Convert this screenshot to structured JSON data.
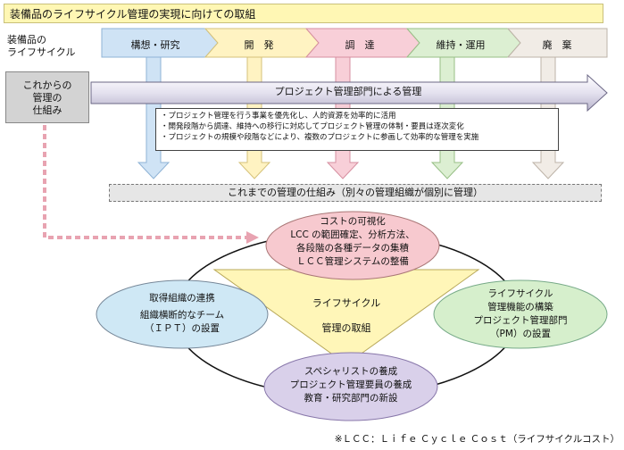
{
  "title": "装備品のライフサイクル管理の実現に向けての取組",
  "lifecycle_label": [
    "装備品の",
    "ライフサイクル"
  ],
  "phases": [
    {
      "label": "構想・研究",
      "color": "#cfe3f5",
      "border": "#8fb3d6"
    },
    {
      "label": "開　発",
      "color": "#fff3c2",
      "border": "#d6c27a"
    },
    {
      "label": "調　達",
      "color": "#f8cfd8",
      "border": "#d68fa0"
    },
    {
      "label": "維持・運用",
      "color": "#dcefd2",
      "border": "#97bf86"
    },
    {
      "label": "廃　棄",
      "color": "#f1ece6",
      "border": "#bdb3a8"
    }
  ],
  "new_system": [
    "これからの",
    "管理の",
    "仕組み"
  ],
  "pm_arrow_label": "プロジェクト管理部門による管理",
  "bullets": [
    "・プロジェクト管理を行う事業を優先化し、人的資源を効率的に活用",
    "・開発段階から調達、維持への移行に対応してプロジェクト管理の体制・要員は逐次変化",
    "・プロジェクトの規模や段階などにより、複数のプロジェクトに参画して効率的な管理を実施"
  ],
  "old_system": "これまでの管理の仕組み（別々の管理組織が個別に管理）",
  "nodes": {
    "top": {
      "lines": [
        "コストの可視化",
        "LCC の範囲確定、分析方法、",
        "各段階の各種データの集積",
        "ＬＣＣ管理システムの整備"
      ],
      "color": "#f7c9cf"
    },
    "left": {
      "lines": [
        "取得組織の連携",
        "組織横断的なチーム",
        "（ＩＰＴ）の設置"
      ],
      "color": "#cfe8f5"
    },
    "right": {
      "lines": [
        "ライフサイクル",
        "管理機能の構築",
        "プロジェクト管理部門",
        "（PM）の設置"
      ],
      "color": "#d6efcc"
    },
    "bottom": {
      "lines": [
        "スペシャリストの養成",
        "プロジェクト管理要員の養成",
        "教育・研究部門の新設"
      ],
      "color": "#d9d0ea"
    }
  },
  "center": [
    "ライフサイクル",
    "管理の取組"
  ],
  "triangle_color": "#fff6b8",
  "footnote": "※ＬＣＣ：Ｌｉｆｅ Ｃｙｃｌｅ Ｃｏｓｔ（ライフサイクルコスト）"
}
